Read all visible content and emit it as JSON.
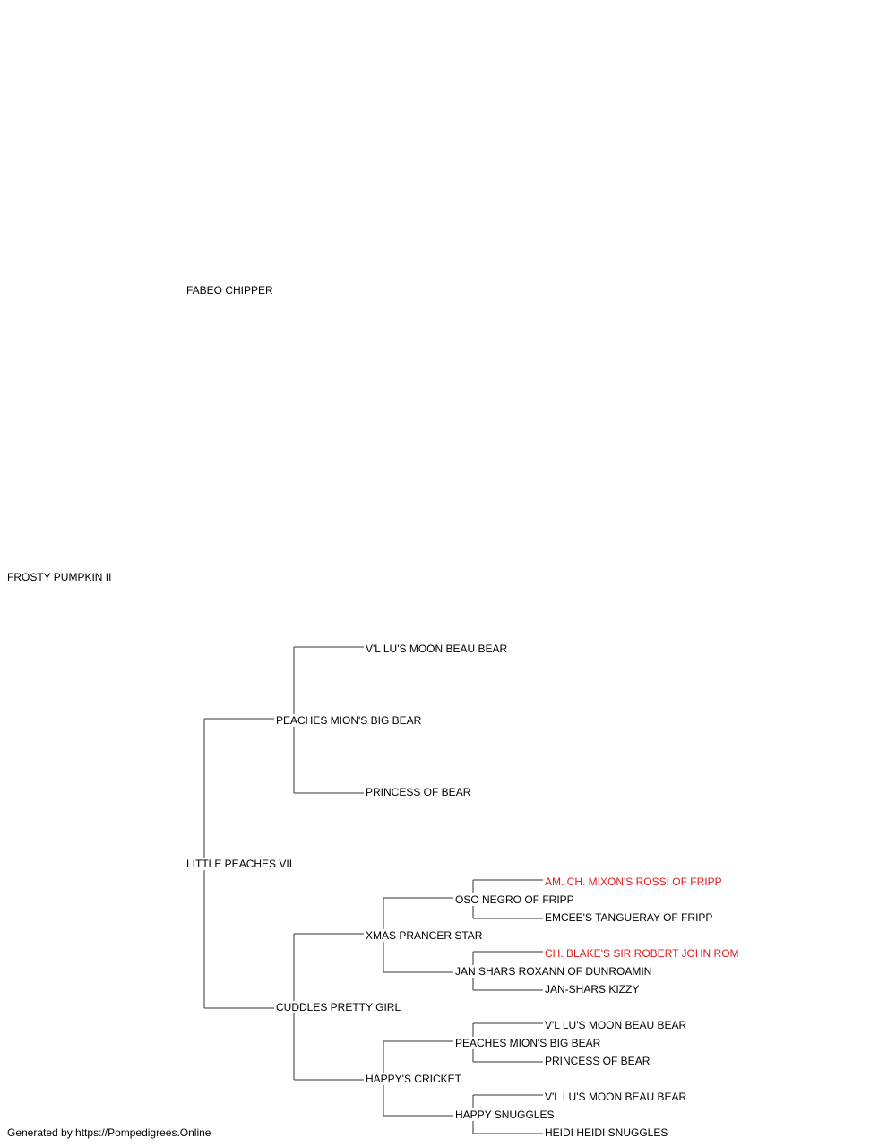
{
  "pedigree": {
    "subject": "FROSTY PUMPKIN II",
    "sire": "FABEO CHIPPER",
    "dam": "LITTLE PEACHES VII",
    "dam_sire": "PEACHES MION'S BIG BEAR",
    "dam_sire_sire": "V'L LU'S MOON BEAU BEAR",
    "dam_sire_dam": "PRINCESS OF BEAR",
    "dam_dam": "CUDDLES PRETTY GIRL",
    "dam_dam_sire": "XMAS PRANCER STAR",
    "dam_dam_sire_sire": "OSO NEGRO OF FRIPP",
    "dam_dam_sire_sire_sire": "AM. CH. MIXON'S ROSSI OF FRIPP",
    "dam_dam_sire_sire_dam": "EMCEE'S TANGUERAY OF FRIPP",
    "dam_dam_sire_dam": "JAN SHARS ROXANN OF DUNROAMIN",
    "dam_dam_sire_dam_sire": "CH. BLAKE'S SIR ROBERT JOHN ROM",
    "dam_dam_sire_dam_dam": "JAN-SHARS KIZZY",
    "dam_dam_dam": "HAPPY'S CRICKET",
    "dam_dam_dam_sire": "PEACHES MION'S BIG BEAR",
    "dam_dam_dam_sire_sire": "V'L LU'S MOON BEAU BEAR",
    "dam_dam_dam_sire_dam": "PRINCESS OF BEAR",
    "dam_dam_dam_dam": "HAPPY SNUGGLES",
    "dam_dam_dam_dam_sire": "V'L LU'S MOON BEAU BEAR",
    "dam_dam_dam_dam_dam": "HEIDI HEIDI SNUGGLES"
  },
  "colors": {
    "text": "#000000",
    "champion": "#e31b1b",
    "line": "#333333"
  },
  "footer": "Generated by https://Pompedigrees.Online"
}
